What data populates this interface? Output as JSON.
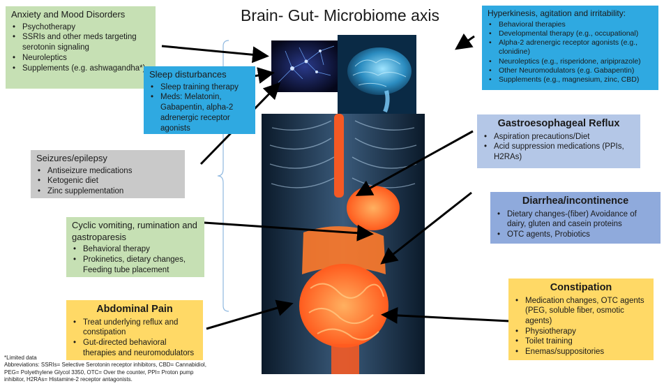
{
  "title": "Brain- Gut- Microbiome axis",
  "boxes": {
    "anxiety": {
      "title": "Anxiety and Mood Disorders",
      "items": [
        "Psychotherapy",
        "SSRIs and other meds targeting serotonin signaling",
        "Neuroleptics",
        "Supplements (e.g. ashwagandha*)"
      ]
    },
    "sleep": {
      "title": "Sleep disturbances",
      "items": [
        "Sleep training therapy",
        "Meds: Melatonin, Gabapentin, alpha-2 adrenergic receptor agonists"
      ]
    },
    "seizures": {
      "title": "Seizures/epilepsy",
      "items": [
        "Antiseizure medications",
        "Ketogenic diet",
        "Zinc supplementation"
      ]
    },
    "cyclic": {
      "title": "Cyclic vomiting, rumination and gastroparesis",
      "items": [
        "Behavioral therapy",
        "Prokinetics, dietary changes, Feeding tube placement"
      ]
    },
    "abdominal": {
      "title": "Abdominal Pain",
      "items": [
        "Treat underlying reflux and constipation",
        "Gut-directed behavioral therapies and neuromodulators"
      ]
    },
    "hyperkinesis": {
      "title": "Hyperkinesis, agitation and irritability:",
      "items": [
        "Behavioral therapies",
        "Developmental therapy (e.g., occupational)",
        "Alpha-2 adrenergic receptor agonists (e.g., clonidine)",
        "Neuroleptics (e.g., risperidone, aripiprazole)",
        "Other Neuromodulators (e.g. Gabapentin)",
        "Supplements (e.g., magnesium, zinc, CBD)"
      ]
    },
    "gerd": {
      "title": "Gastroesophageal Reflux",
      "items": [
        "Aspiration precautions/Diet",
        "Acid suppression medications (PPIs, H2RAs)"
      ]
    },
    "diarrhea": {
      "title": "Diarrhea/incontinence",
      "items": [
        "Dietary changes-(fiber) Avoidance of dairy, gluten and casein proteins",
        "OTC agents, Probiotics"
      ]
    },
    "constipation": {
      "title": "Constipation",
      "items": [
        "Medication changes, OTC agents (PEG, soluble fiber, osmotic agents)",
        "Physiotherapy",
        "Toilet training",
        "Enemas/suppositories"
      ]
    }
  },
  "footnote": {
    "line1": "*Limited data",
    "line2": "Abbreviations: SSRIs= Selective Serotonin receptor inhibitors, CBD= Cannabidiol,  PEG= Polyethylene Glycol 3350, OTC= Over the counter, PPI= Proton pump inhibitor, H2RAs= Histamine-2 receptor antagonists."
  },
  "colors": {
    "green": "#c6e0b4",
    "blue": "#2fa9e1",
    "gray": "#c9c9c9",
    "light_blue": "#b4c7e7",
    "yellow": "#ffd966",
    "gut": "#ff6a1a",
    "body": "#2a4a6a"
  }
}
